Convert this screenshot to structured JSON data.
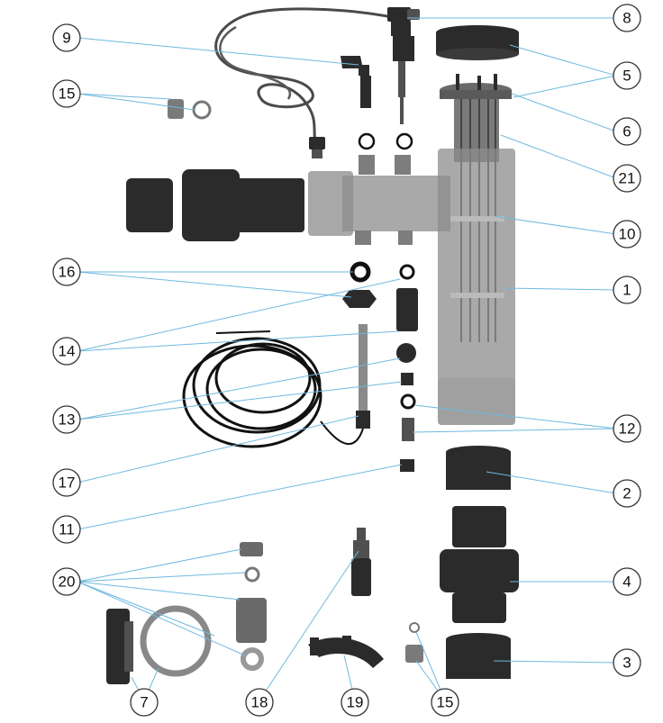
{
  "diagram": {
    "callouts": [
      {
        "id": "c1",
        "label": "1"
      },
      {
        "id": "c2",
        "label": "2"
      },
      {
        "id": "c3",
        "label": "3"
      },
      {
        "id": "c4",
        "label": "4"
      },
      {
        "id": "c5",
        "label": "5"
      },
      {
        "id": "c6",
        "label": "6"
      },
      {
        "id": "c7",
        "label": "7"
      },
      {
        "id": "c8",
        "label": "8"
      },
      {
        "id": "c9",
        "label": "9"
      },
      {
        "id": "c10",
        "label": "10"
      },
      {
        "id": "c11",
        "label": "11"
      },
      {
        "id": "c12",
        "label": "12"
      },
      {
        "id": "c13",
        "label": "13"
      },
      {
        "id": "c14",
        "label": "14"
      },
      {
        "id": "c15a",
        "label": "15"
      },
      {
        "id": "c15b",
        "label": "15"
      },
      {
        "id": "c16",
        "label": "16"
      },
      {
        "id": "c17",
        "label": "17"
      },
      {
        "id": "c18",
        "label": "18"
      },
      {
        "id": "c19",
        "label": "19"
      },
      {
        "id": "c20",
        "label": "20"
      },
      {
        "id": "c21",
        "label": "21"
      }
    ],
    "colors": {
      "leader_line": "#6fb9e0",
      "part_dark": "#2b2b2b",
      "part_grey": "#9a9a9a",
      "background": "#ffffff"
    }
  }
}
